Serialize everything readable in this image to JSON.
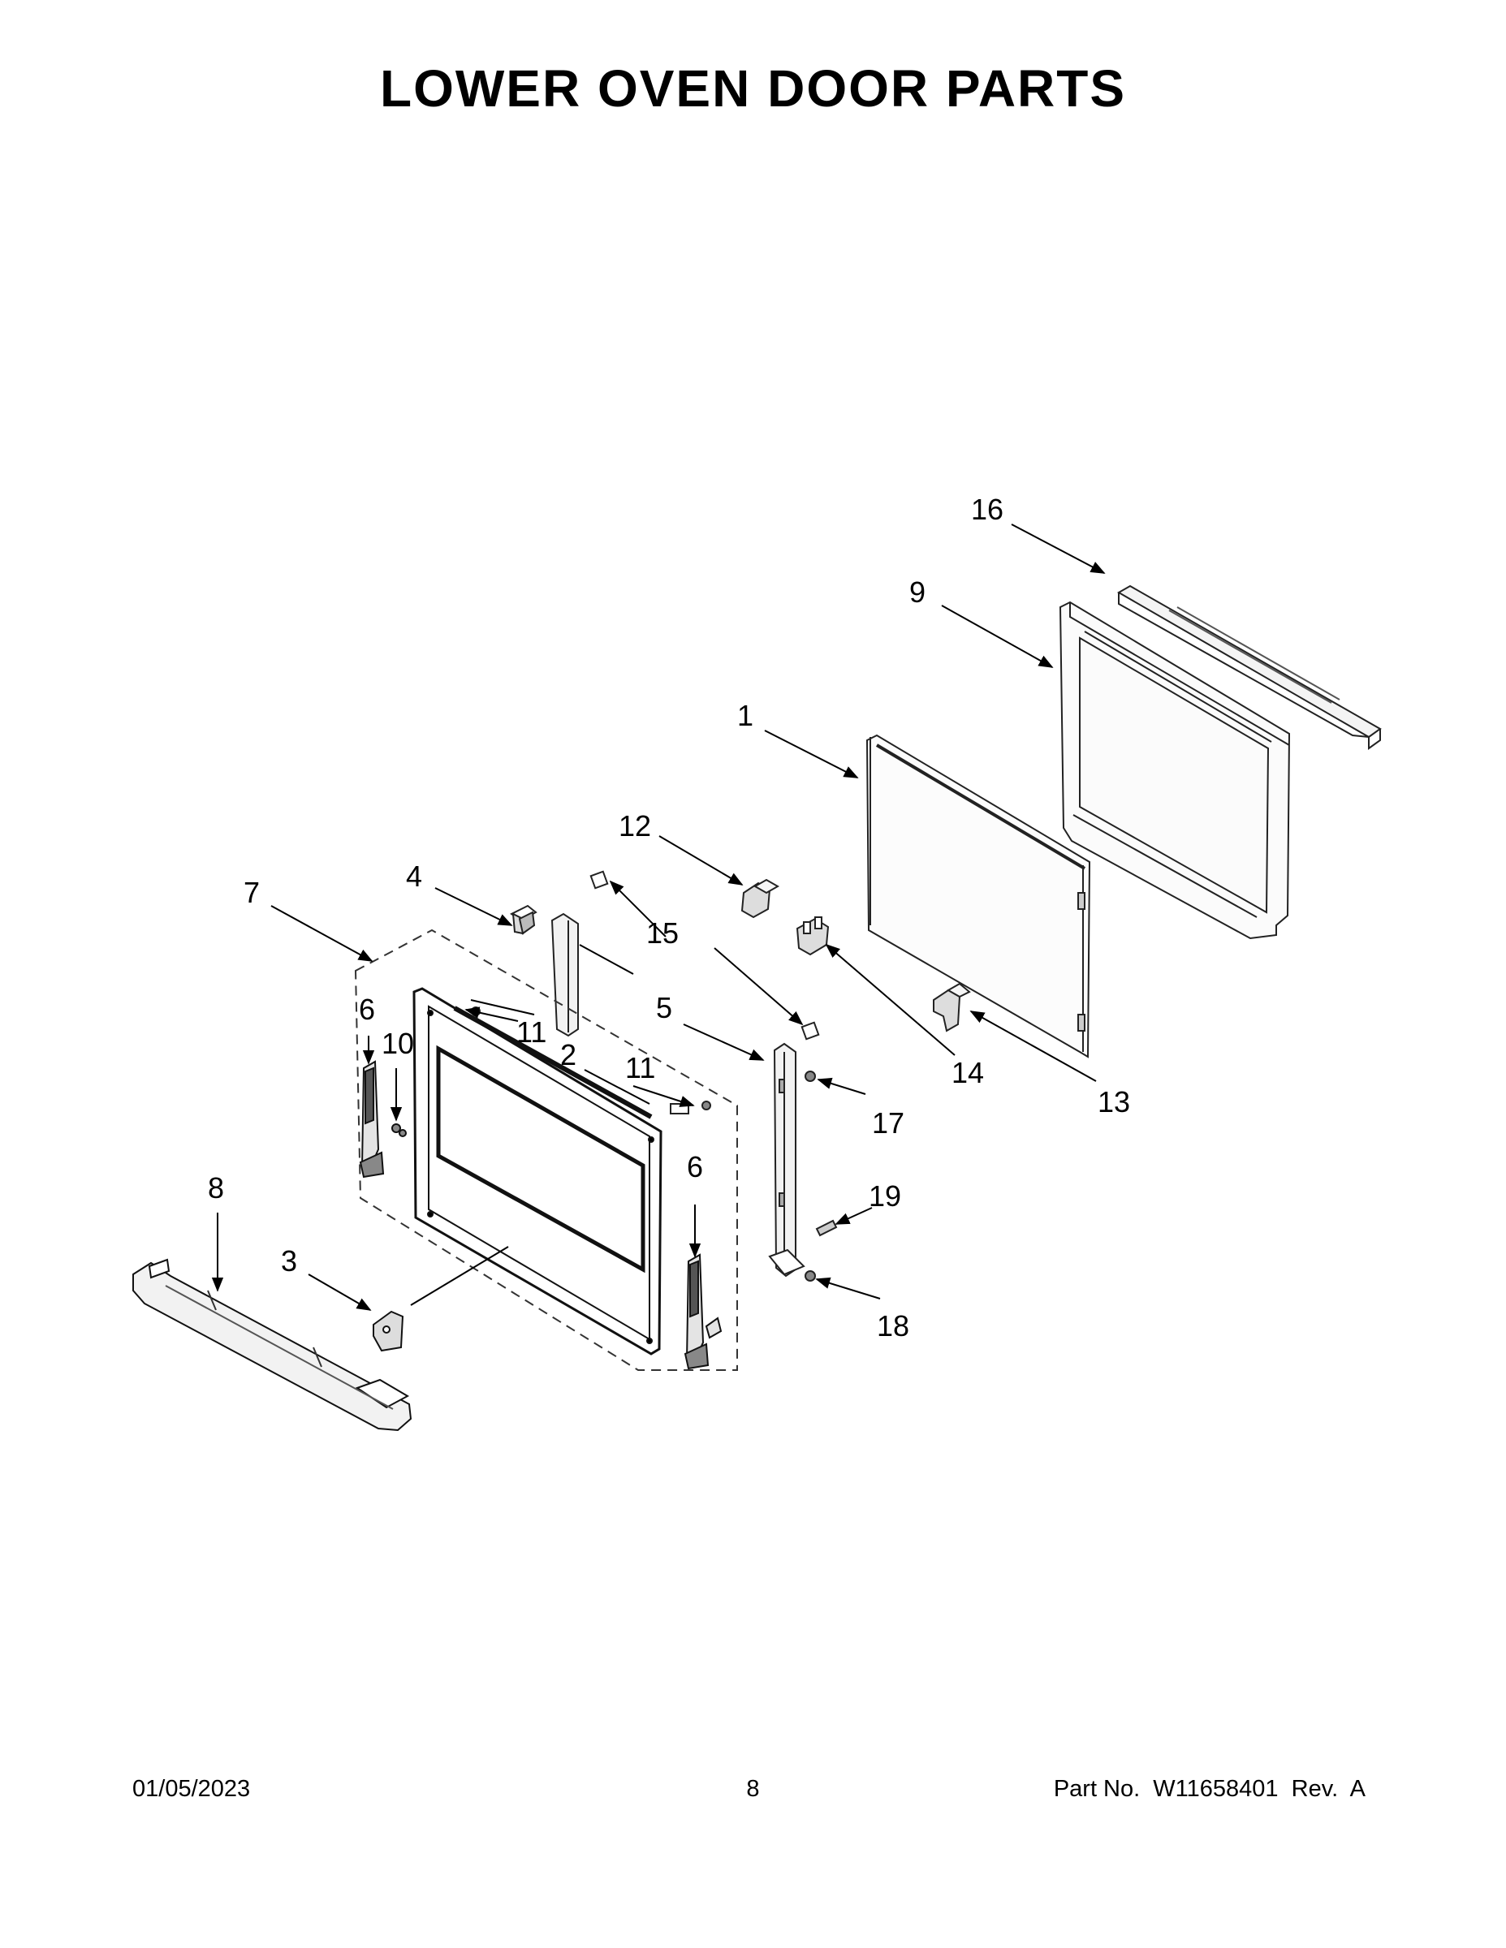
{
  "title": "LOWER OVEN DOOR PARTS",
  "footer": {
    "date": "01/05/2023",
    "page": "8",
    "part_number": "Part No.  W11658401  Rev.  A"
  },
  "callouts": {
    "c1": "1",
    "c2": "2",
    "c3": "3",
    "c4": "4",
    "c5": "5",
    "c6a": "6",
    "c6b": "6",
    "c7": "7",
    "c8": "8",
    "c9": "9",
    "c10": "10",
    "c11a": "11",
    "c11b": "11",
    "c12": "12",
    "c13": "13",
    "c14": "14",
    "c15": "15",
    "c16": "16",
    "c17": "17",
    "c18": "18",
    "c19": "19"
  }
}
